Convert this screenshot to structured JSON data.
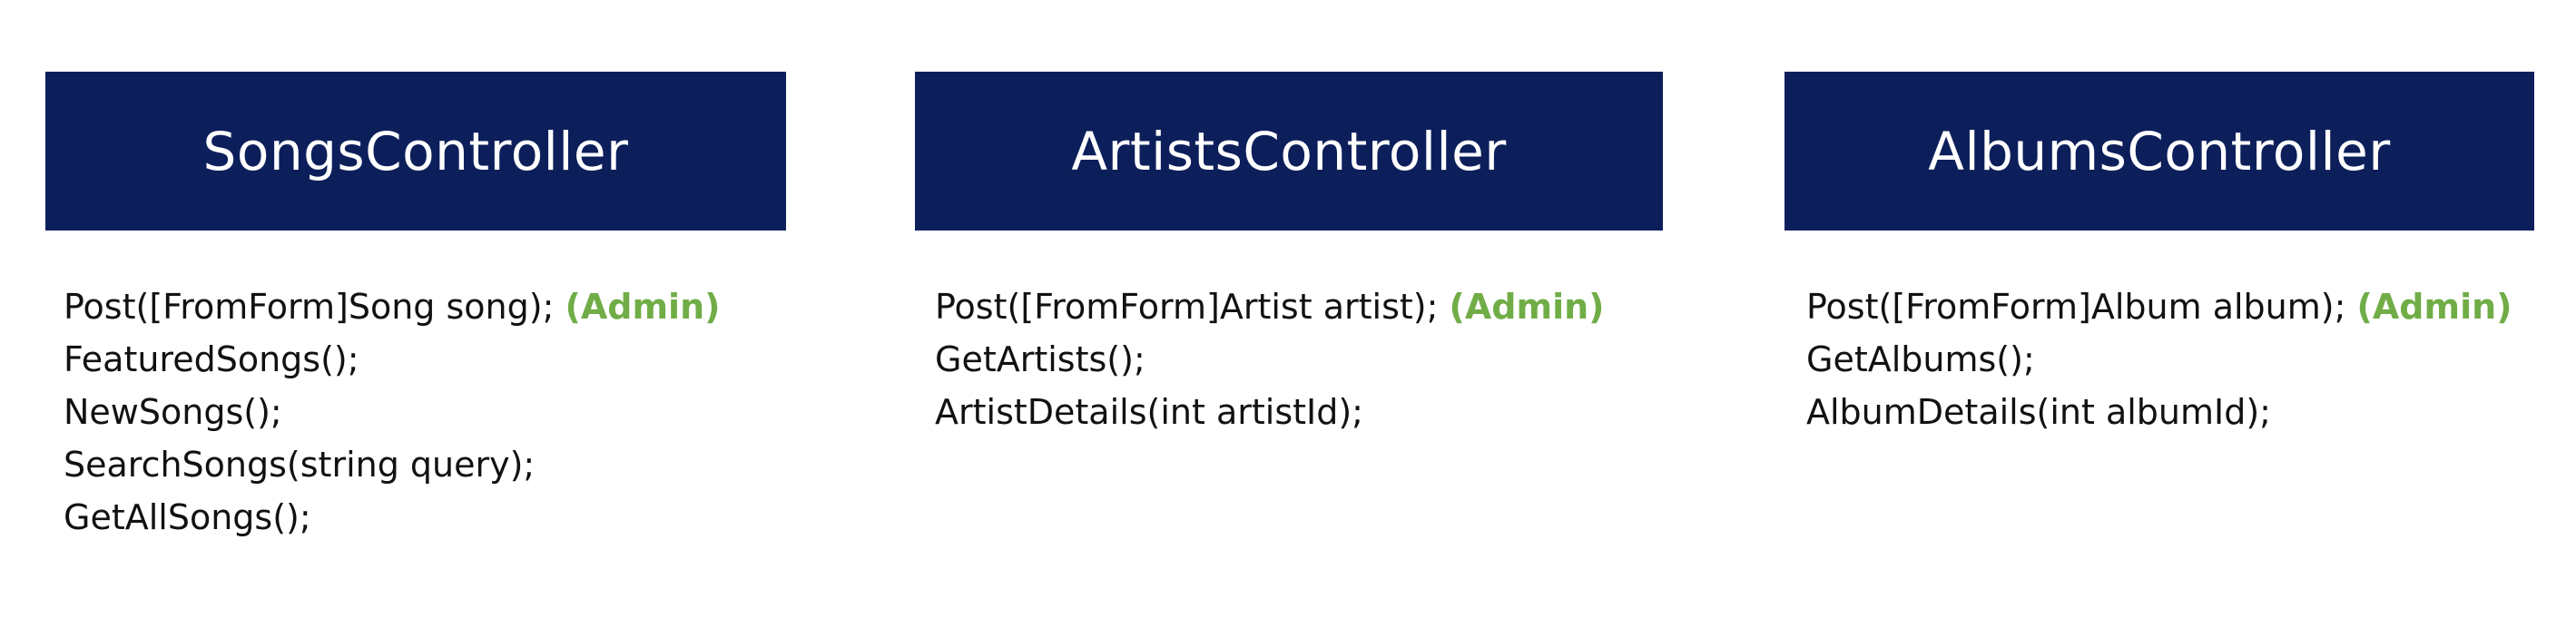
{
  "controllers": [
    {
      "title": "SongsController",
      "methods": [
        {
          "signature": "Post([FromForm]Song song);",
          "role": "(Admin)"
        },
        {
          "signature": "FeaturedSongs();",
          "role": ""
        },
        {
          "signature": "NewSongs();",
          "role": ""
        },
        {
          "signature": "SearchSongs(string query);",
          "role": ""
        },
        {
          "signature": "GetAllSongs();",
          "role": ""
        }
      ]
    },
    {
      "title": "ArtistsController",
      "methods": [
        {
          "signature": "Post([FromForm]Artist artist);",
          "role": "(Admin)"
        },
        {
          "signature": "GetArtists();",
          "role": ""
        },
        {
          "signature": "ArtistDetails(int artistId);",
          "role": ""
        }
      ]
    },
    {
      "title": "AlbumsController",
      "methods": [
        {
          "signature": "Post([FromForm]Album album);",
          "role": "(Admin)"
        },
        {
          "signature": "GetAlbums();",
          "role": ""
        },
        {
          "signature": "AlbumDetails(int albumId);",
          "role": ""
        }
      ]
    }
  ],
  "colors": {
    "header_bg": "#0d1f5b",
    "header_text": "#ffffff",
    "role_text": "#70ad47",
    "method_text": "#111111"
  }
}
